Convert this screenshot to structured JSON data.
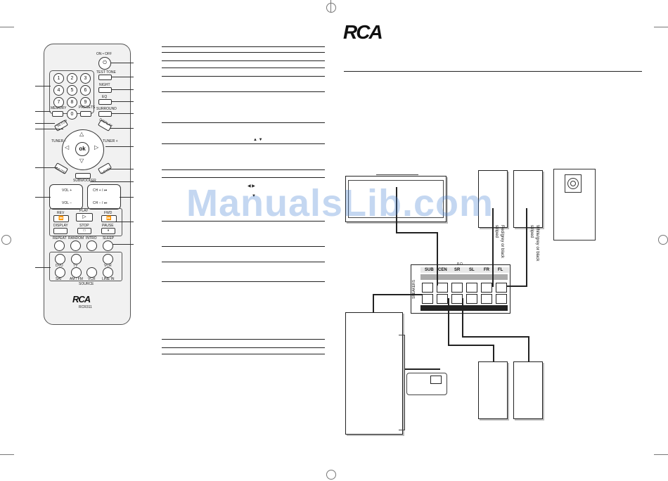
{
  "logo": {
    "text": "RCA"
  },
  "watermark": "ManualsLib.com",
  "remote": {
    "on_off": "ON • OFF",
    "test_tone": "TEST TONE",
    "night": "NIGHT",
    "eq": "EQ",
    "surround": "SURROUND",
    "memory": "MEMORY",
    "presets": "PRESETS",
    "numbers": [
      "1",
      "2",
      "3",
      "4",
      "5",
      "6",
      "7",
      "8",
      "9",
      "0"
    ],
    "setup": "SETUP",
    "display_r": "DISPLAY",
    "tuner_minus": "TUNER −",
    "tuner_plus": "TUNER +",
    "ok": "ok",
    "mute": "MUTE",
    "level": "LEVEL",
    "subwoofer": "SUBWOOFER",
    "vol_plus": "VOL +",
    "vol_minus": "VOL −",
    "ch_plus": "CH + / ⏮",
    "ch_minus": "CH − / ⏭",
    "rev": "REV",
    "play": "PLAY",
    "fwd": "FWD",
    "display": "DISPLAY",
    "stop": "STOP",
    "pause": "PAUSE",
    "repeat": "REPEAT",
    "random": "RANDOM",
    "intro": "INTRO",
    "sleep": "SLEEP",
    "dvd": "DVD",
    "tv": "TV",
    "vcr_s": "VCR",
    "sat": "SAT",
    "am_fm": "AM / FM",
    "vcr": "VCR",
    "line_in": "LINE IN",
    "source": "SOURCE",
    "brand": "RCA",
    "model": "RCR311"
  },
  "diagram": {
    "ohm": "8 Ω",
    "terminals": [
      "SUB",
      "CEN",
      "SR",
      "SL",
      "FR",
      "FL"
    ],
    "speakers_label": "SPEAKERS",
    "red_wire_label": "Red/grey or black striped",
    "white_wire_label": "White/grey or black striped"
  }
}
